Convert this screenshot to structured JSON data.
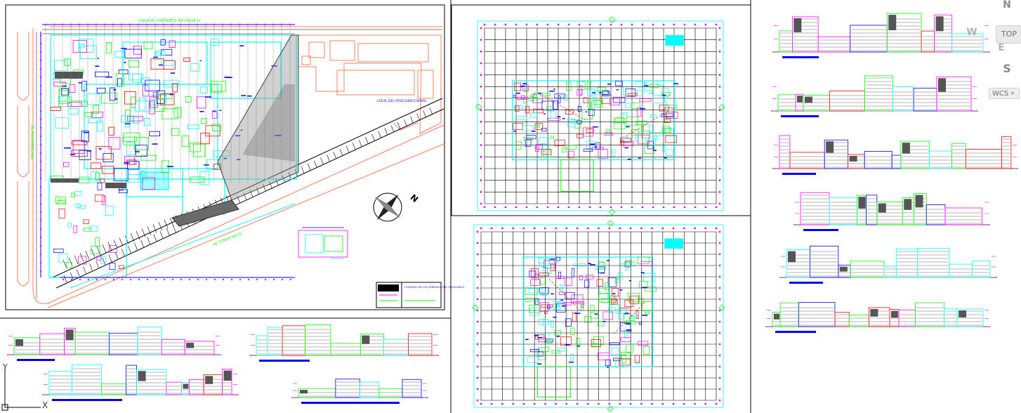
{
  "site_plan": {
    "street_top": "CALLE EL CONVENTO (EX CALLE 1)",
    "street_left": "AV. PANAMERICANA",
    "street_diagonal": "AV. TOMAS VALLE",
    "adjacent_lot": "LOCAL DEL POLICLINICO NAVAL",
    "title_block": "COMPLEJO DE LOS SERVICIOS DEL POLICLINICO"
  },
  "viewcube": {
    "north": "N",
    "south": "S",
    "west": "W",
    "east": "E",
    "top_face": "TOP",
    "wcs_label": "WCS",
    "wcs_arrow": "▾"
  },
  "ucs": {
    "x_label": "X",
    "y_label": "Y"
  },
  "colors": {
    "background": "#ffffff",
    "frame": "#000000",
    "cyan": "#00ffff",
    "green": "#00ff00",
    "blue": "#0000ff",
    "magenta": "#ff00ff",
    "red": "#ff0000",
    "salmon": "#ff7f5f",
    "yellow": "#ffff00",
    "gray": "#808080",
    "title_bar": "#0000ff"
  }
}
